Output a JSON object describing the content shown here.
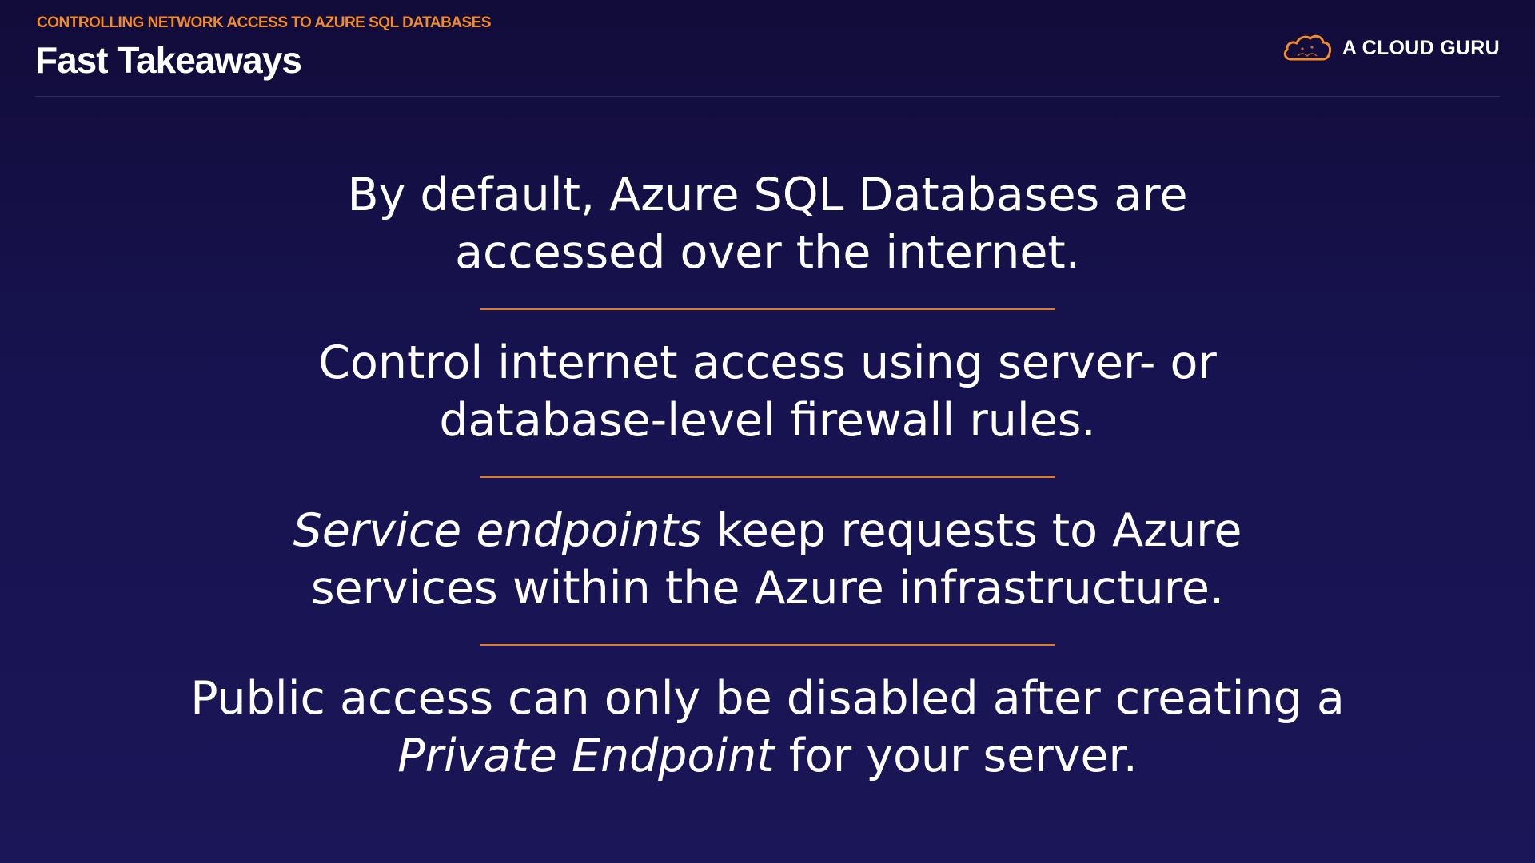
{
  "header": {
    "subtitle": "CONTROLLING NETWORK ACCESS TO AZURE SQL DATABASES",
    "title": "Fast Takeaways"
  },
  "brand": {
    "name": "A CLOUD GURU",
    "logo_icon": "cloud-logo-icon",
    "logo_color": "#f28c2b"
  },
  "takeaways": [
    {
      "line1": "By default, Azure SQL Databases are",
      "line2": "accessed over the internet."
    },
    {
      "line1": "Control internet access using server- or",
      "line2": "database-level firewall rules."
    },
    {
      "line1_italic": "Service endpoints",
      "line1_rest": " keep requests to Azure",
      "line2": "services within the Azure infrastructure."
    },
    {
      "line1": "Public access can only be disabled after creating a",
      "line2_italic": "Private Endpoint",
      "line2_rest": " for your server."
    }
  ],
  "colors": {
    "accent": "#f28c2b",
    "divider": "#e07a26",
    "background": "#171350"
  }
}
